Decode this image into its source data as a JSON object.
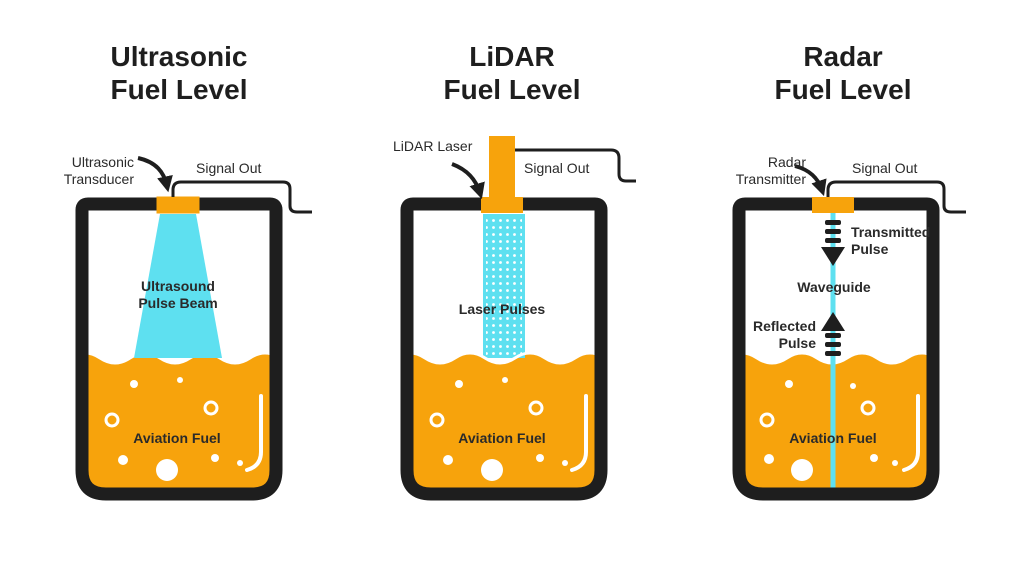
{
  "panels": [
    {
      "title_line1": "Ultrasonic",
      "title_line2": "Fuel Level",
      "sensor_line1": "Ultrasonic",
      "sensor_line2": "Transducer",
      "signal": "Signal Out",
      "beam_line1": "Ultrasound",
      "beam_line2": "Pulse Beam",
      "fuel": "Aviation Fuel"
    },
    {
      "title_line1": "LiDAR",
      "title_line2": "Fuel Level",
      "sensor": "LiDAR Laser",
      "signal": "Signal Out",
      "beam": "Laser Pulses",
      "fuel": "Aviation Fuel"
    },
    {
      "title_line1": "Radar",
      "title_line2": "Fuel Level",
      "sensor_line1": "Radar",
      "sensor_line2": "Transmitter",
      "signal": "Signal Out",
      "transmitted_line1": "Transmitted",
      "transmitted_line2": "Pulse",
      "waveguide": "Waveguide",
      "reflected_line1": "Reflected",
      "reflected_line2": "Pulse",
      "fuel": "Aviation Fuel"
    }
  ],
  "colors": {
    "fuel": "#f7a30c",
    "beam": "#5ee0f0",
    "outline": "#1e1e1e",
    "background": "#ffffff"
  },
  "icons": [
    "curved-arrow-icon",
    "down-arrow-icon",
    "up-arrow-icon",
    "bubble-icon"
  ]
}
